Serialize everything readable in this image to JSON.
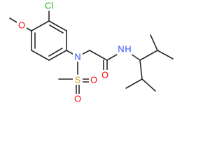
{
  "molecule": {
    "atoms": [
      {
        "id": "O_methoxy",
        "label": "O",
        "color": "#ff0d0d"
      },
      {
        "id": "Cl",
        "label": "Cl",
        "color": "#1db81d"
      },
      {
        "id": "N_sulfonyl",
        "label": "N",
        "color": "#3050f8"
      },
      {
        "id": "S",
        "label": "S",
        "color": "#c6a12a"
      },
      {
        "id": "O_s1",
        "label": "O",
        "color": "#ff0d0d"
      },
      {
        "id": "O_s2",
        "label": "O",
        "color": "#ff0d0d"
      },
      {
        "id": "O_carbonyl",
        "label": "O",
        "color": "#ff0d0d"
      },
      {
        "id": "N_amide",
        "label": "N",
        "color": "#3050f8"
      },
      {
        "id": "H_amide",
        "label": "H",
        "color": "#3050f8"
      }
    ],
    "bond_color": "#2a2a2a"
  }
}
